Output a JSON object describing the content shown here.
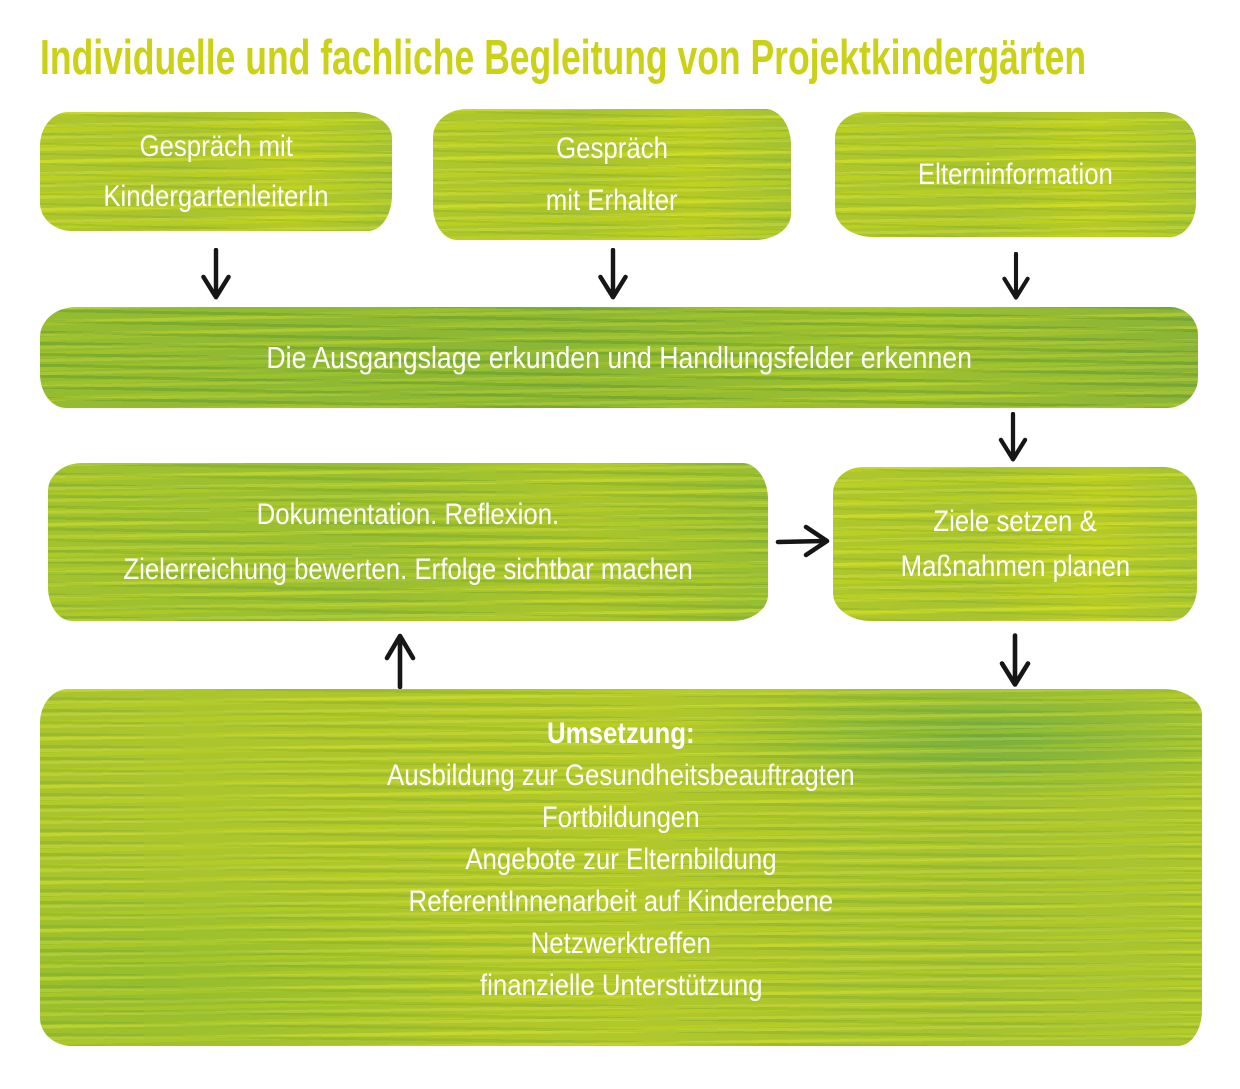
{
  "title": "Individuelle und fachliche Begleitung von Projektkindergärten",
  "colors": {
    "title_text": "#cbd117",
    "box_paint_yellow_green": "#aec72c",
    "box_paint_green": "#94bc31",
    "box_text": "#ffffff",
    "arrow": "#161616",
    "background": "#ffffff"
  },
  "diagram": {
    "top_row": [
      {
        "name": "gespraech-kindergartenleiterin",
        "lines": [
          "Gespräch mit",
          "KindergartenleiterIn"
        ]
      },
      {
        "name": "gespraech-erhalter",
        "lines": [
          "Gespräch",
          "mit Erhalter"
        ]
      },
      {
        "name": "elterninformation",
        "lines": [
          "Elterninformation"
        ]
      }
    ],
    "ausgangslage_box": {
      "label": "Die Ausgangslage erkunden und Handlungsfelder erkennen"
    },
    "dokumentation_box": {
      "lines": [
        "Dokumentation. Reflexion.",
        "Zielerreichung bewerten. Erfolge sichtbar machen"
      ]
    },
    "ziele_box": {
      "lines": [
        "Ziele setzen &",
        "Maßnahmen planen"
      ]
    },
    "umsetzung_box": {
      "heading": "Umsetzung:",
      "items": [
        "Ausbildung zur Gesundheitsbeauftragten",
        "Fortbildungen",
        "Angebote zur Elternbildung",
        "ReferentInnenarbeit auf Kinderebene",
        "Netzwerktreffen",
        "finanzielle Unterstützung"
      ]
    }
  }
}
